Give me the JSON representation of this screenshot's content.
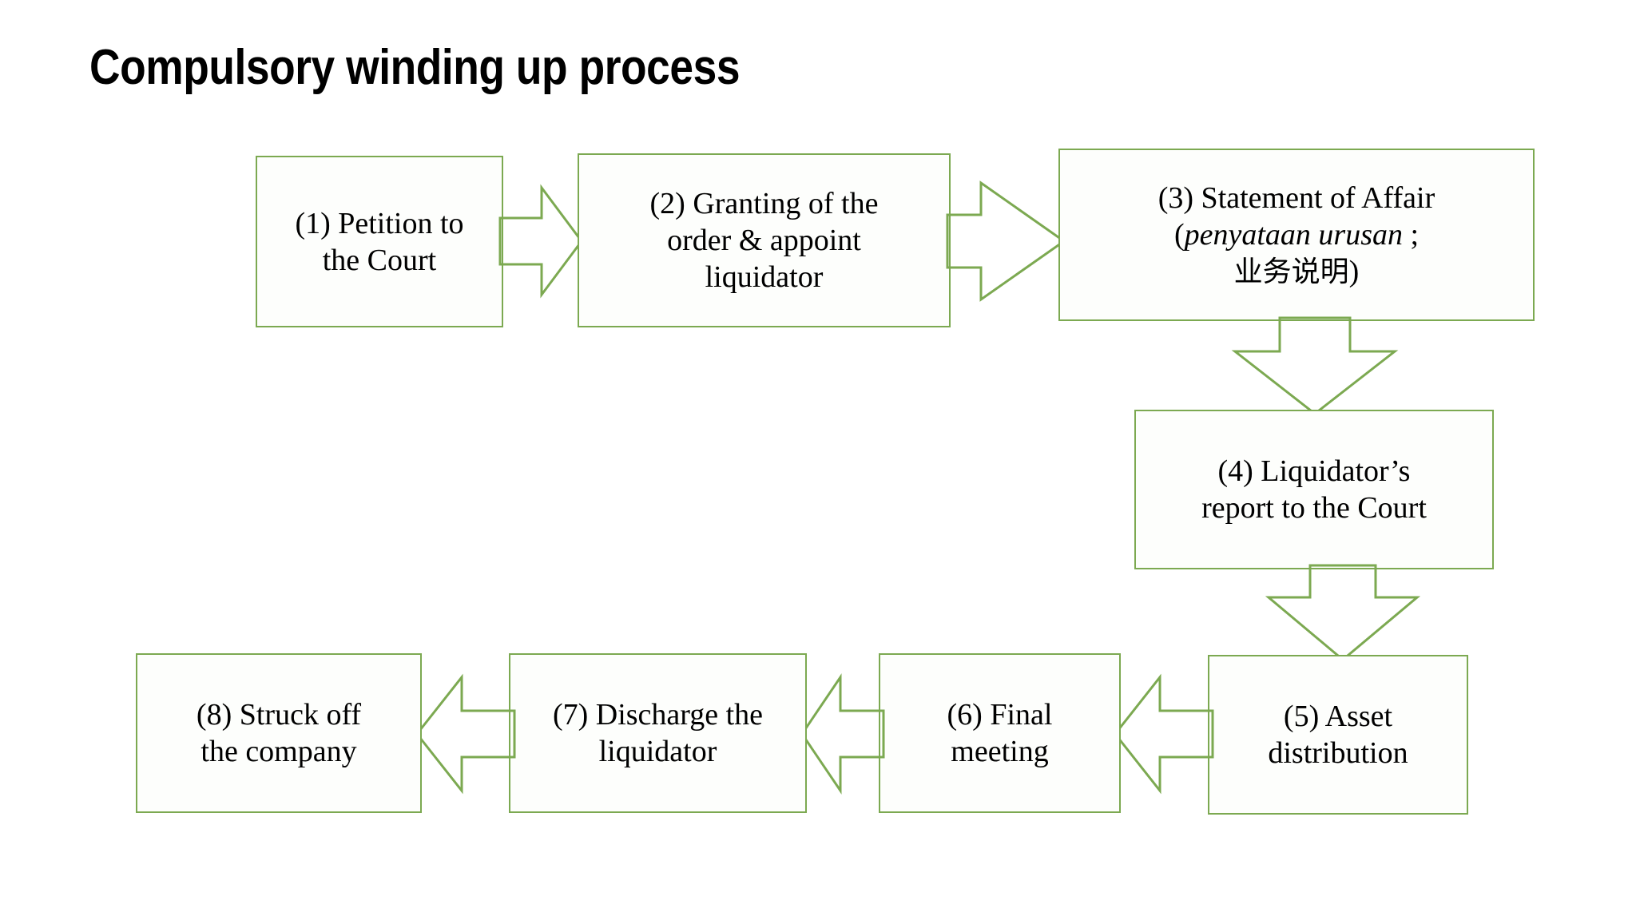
{
  "slide": {
    "title": "Compulsory winding up process",
    "accent_color": "#7CA951",
    "text_color": "#000000",
    "background_color": "#FFFFFF"
  },
  "flowchart": {
    "type": "process-flow",
    "orientation": "serpentine",
    "node_count": 8,
    "nodes": [
      {
        "id": 1,
        "label": "(1) Petition to the Court",
        "line1": "(1) Petition to",
        "line2": "the Court"
      },
      {
        "id": 2,
        "label": "(2) Granting of the order & appoint liquidator",
        "line1": "(2) Granting of the",
        "line2": "order & appoint",
        "line3": "liquidator"
      },
      {
        "id": 3,
        "label": "(3) Statement of Affair (penyataan urusan ; 业务说明)",
        "line1": "(3) Statement of Affair",
        "line2_prefix": "(",
        "line2_italic": "penyataan urusan",
        "line2_suffix": " ;",
        "line3_cjk": "业务说明",
        "line3_suffix": ")"
      },
      {
        "id": 4,
        "label": "(4) Liquidator’s report to the Court",
        "line1": "(4) Liquidator’s",
        "line2": "report to the Court"
      },
      {
        "id": 5,
        "label": "(5) Asset distribution",
        "line1": "(5) Asset",
        "line2": "distribution"
      },
      {
        "id": 6,
        "label": "(6) Final meeting",
        "line1": "(6) Final",
        "line2": "meeting"
      },
      {
        "id": 7,
        "label": "(7) Discharge the liquidator",
        "line1": "(7) Discharge the",
        "line2": "liquidator"
      },
      {
        "id": 8,
        "label": "(8) Struck off the company",
        "line1": "(8) Struck off",
        "line2": "the company"
      }
    ],
    "connectors": [
      {
        "from": 1,
        "to": 2,
        "direction": "right"
      },
      {
        "from": 2,
        "to": 3,
        "direction": "right"
      },
      {
        "from": 3,
        "to": 4,
        "direction": "down"
      },
      {
        "from": 4,
        "to": 5,
        "direction": "down"
      },
      {
        "from": 5,
        "to": 6,
        "direction": "left"
      },
      {
        "from": 6,
        "to": 7,
        "direction": "left"
      },
      {
        "from": 7,
        "to": 8,
        "direction": "left"
      }
    ]
  }
}
